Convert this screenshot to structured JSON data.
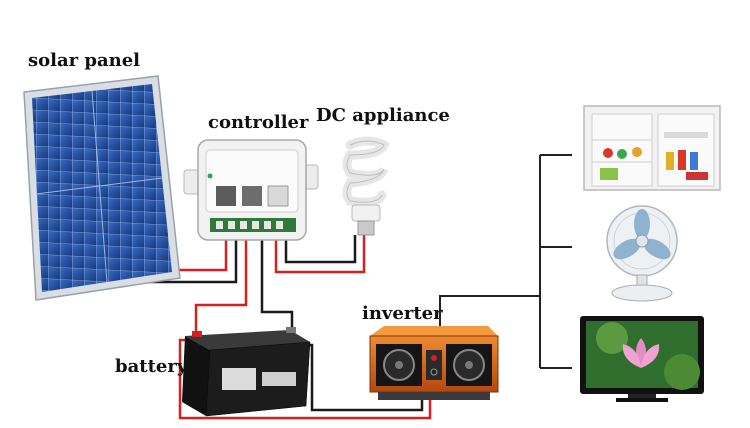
{
  "labels": {
    "solar_panel": "solar panel",
    "controller": "controller",
    "dc_appliance": "DC appliance",
    "inverter": "inverter",
    "battery": "battery"
  },
  "colors": {
    "wire_positive": "#d42020",
    "wire_negative": "#1a1a1a",
    "ac_line": "#222222",
    "panel_cell": "#1f4fa0",
    "inverter_body": "#d9621c"
  },
  "components": [
    {
      "id": "solar-panel",
      "icon": "solar-panel-icon"
    },
    {
      "id": "charge-controller",
      "icon": "charge-controller-icon"
    },
    {
      "id": "dc-bulb",
      "icon": "cfl-bulb-icon"
    },
    {
      "id": "battery",
      "icon": "battery-icon"
    },
    {
      "id": "inverter",
      "icon": "inverter-icon"
    },
    {
      "id": "refrigerator",
      "icon": "refrigerator-icon"
    },
    {
      "id": "fan",
      "icon": "fan-icon"
    },
    {
      "id": "television",
      "icon": "tv-icon"
    }
  ]
}
